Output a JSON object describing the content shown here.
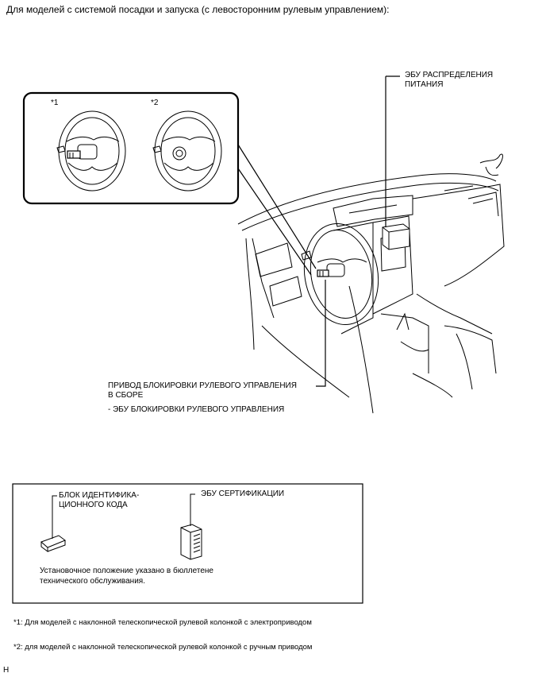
{
  "header": {
    "title": "Для моделей с системой посадки и запуска (с левосторонним рулевым управлением):"
  },
  "inset": {
    "variant1_label": "*1",
    "variant2_label": "*2"
  },
  "labels": {
    "power_ecu_line1": "ЭБУ РАСПРЕДЕЛЕНИЯ",
    "power_ecu_line2": "ПИТАНИЯ",
    "steering_lock_line1": "ПРИВОД БЛОКИРОВКИ РУЛЕВОГО УПРАВЛЕНИЯ",
    "steering_lock_line2": "В СБОРЕ",
    "steering_lock_line3": "- ЭБУ БЛОКИРОВКИ РУЛЕВОГО УПРАВЛЕНИЯ"
  },
  "parts_box": {
    "id_code_line1": "БЛОК ИДЕНТИФИКА-",
    "id_code_line2": "ЦИОННОГО КОДА",
    "cert_ecu": "ЭБУ СЕРТИФИКАЦИИ",
    "note_line1": "Установочное положение указано в бюллетене",
    "note_line2": "технического обслуживания."
  },
  "footnotes": {
    "note1": "*1: Для моделей с наклонной телескопической рулевой колонкой с электроприводом",
    "note2": "*2: для моделей с наклонной телескопической рулевой колонкой с ручным приводом"
  },
  "figure_code": "H"
}
